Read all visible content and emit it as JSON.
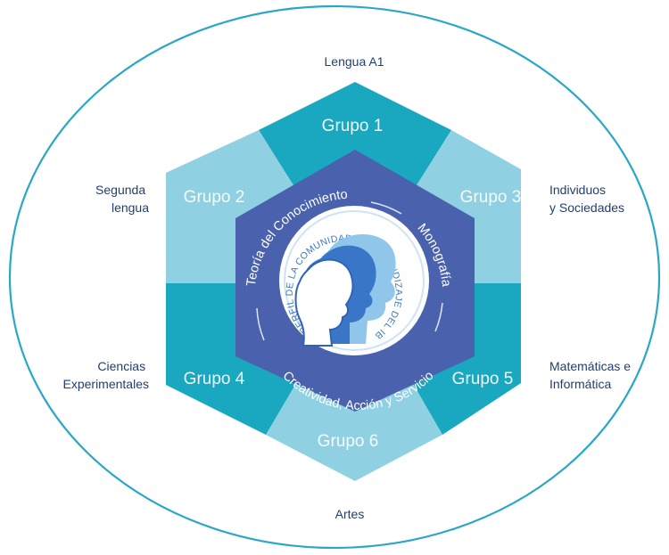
{
  "colors": {
    "outline": "#2aa7c7",
    "group_dark": "#1aa7c0",
    "group_light": "#8fd0e3",
    "core": "#4a62ad",
    "core_line": "#dfe6f8",
    "seal_text": "#3c78c4",
    "outer_text": "#1f3f73"
  },
  "outer_labels": {
    "top": "Lengua A1",
    "upper_left": [
      "Segunda",
      "lengua"
    ],
    "upper_right": [
      "Individuos",
      "y Sociedades"
    ],
    "lower_left": [
      "Ciencias",
      "Experimentales"
    ],
    "lower_right": [
      "Matemáticas e",
      "Informática"
    ],
    "bottom": "Artes"
  },
  "groups": {
    "g1": "Grupo 1",
    "g2": "Grupo 2",
    "g3": "Grupo 3",
    "g4": "Grupo 4",
    "g5": "Grupo 5",
    "g6": "Grupo 6"
  },
  "core": {
    "top_left": "Teoría del Conocimiento",
    "right": "Monografía",
    "bottom": "Creatividad, Acción y Servicio"
  },
  "seal": {
    "arc_text": "PERFIL DE LA COMUNIDAD DE APRENDIZAJE DEL IB",
    "icon": "people-silhouettes-icon"
  }
}
